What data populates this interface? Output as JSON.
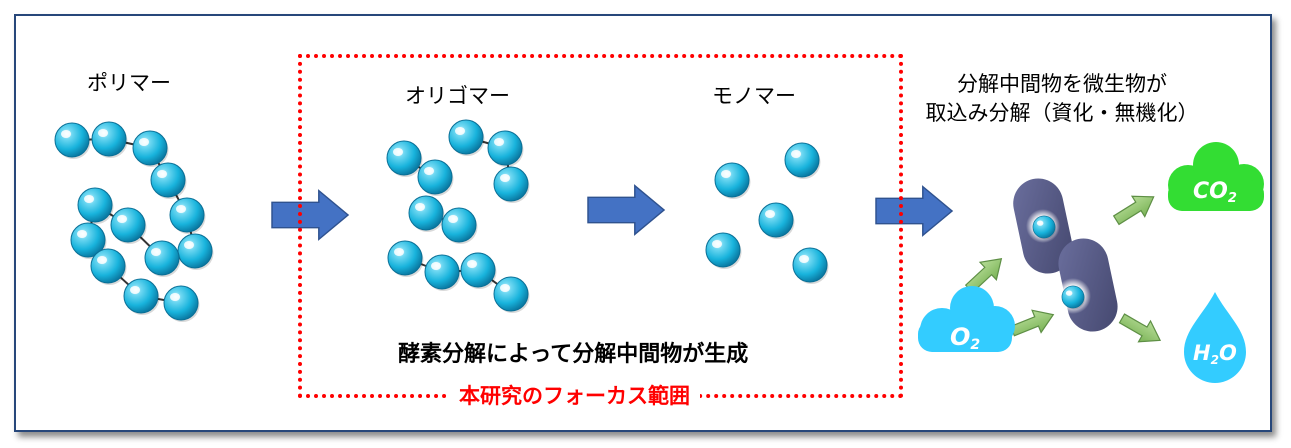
{
  "labels": {
    "polymer": "ポリマー",
    "oligomer": "オリゴマー",
    "monomer": "モノマー",
    "microbe_line1": "分解中間物を微生物が",
    "microbe_line2": "取込み分解（資化・無機化）",
    "enzyme": "酵素分解によって分解中間物が生成",
    "focus": "本研究のフォーカス範囲"
  },
  "gases": {
    "o2": {
      "main": "O",
      "sub": "2"
    },
    "co2": {
      "main": "CO",
      "sub": "2"
    },
    "h2o": {
      "main": "H",
      "sub": "2",
      "tail": "O"
    }
  },
  "colors": {
    "frame": "#27477a",
    "focus_border": "#ff0000",
    "arrow": "#4472c4",
    "molecule": "#1fb6dc",
    "cloud_o2": "#33ccff",
    "cloud_co2": "#33dd33",
    "drop_h2o": "#33ccff",
    "microbe": "#5b5f8c",
    "small_arrow": "#8dc66b"
  },
  "icons": [
    "block-arrow-icon",
    "molecule-icon",
    "microbe-icon",
    "cloud-icon",
    "water-drop-icon"
  ]
}
